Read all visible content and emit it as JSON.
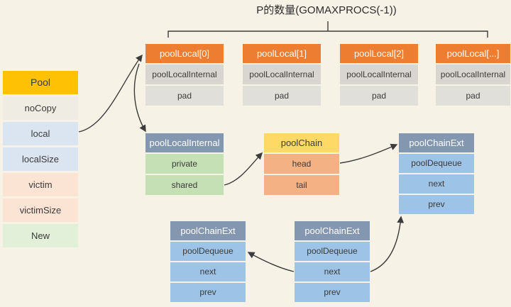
{
  "title": "P的数量(GOMAXPROCS(-1))",
  "colors": {
    "background": "#f7f2e6",
    "pool_header": "#ffc104",
    "pool_local_header": "#ed7d31",
    "internal_header": "#8497b0",
    "pool_chain_header": "#ffd966",
    "chain_ext_header": "#8497b0",
    "row_light_blue": "#9dc3e6",
    "row_light_green": "#c5e0b4",
    "row_light_orange": "#f4b183",
    "row_gray": "#d9d6d1",
    "pool_row_blue": "#dbe5f1",
    "pool_row_peach": "#fce4d5",
    "pool_row_green": "#e2efd9",
    "pool_row_gray": "#efede3",
    "arrow": "#3c3c3c"
  },
  "pool": {
    "header": "Pool",
    "rows": [
      "noCopy",
      "local",
      "localSize",
      "victim",
      "victimSize",
      "New"
    ]
  },
  "pool_locals": [
    {
      "header": "poolLocal[0]",
      "rows": [
        "poolLocalInternal",
        "pad"
      ]
    },
    {
      "header": "poolLocal[1]",
      "rows": [
        "poolLocalInternal",
        "pad"
      ]
    },
    {
      "header": "poolLocal[2]",
      "rows": [
        "poolLocalInternal",
        "pad"
      ]
    },
    {
      "header": "poolLocal[...]",
      "rows": [
        "poolLocalInternal",
        "pad"
      ]
    }
  ],
  "pool_local_internal": {
    "header": "poolLocalInternal",
    "rows": [
      "private",
      "shared"
    ]
  },
  "pool_chain": {
    "header": "poolChain",
    "rows": [
      "head",
      "tail"
    ]
  },
  "chain_ext_right": {
    "header": "poolChainExt",
    "rows": [
      "poolDequeue",
      "next",
      "prev"
    ]
  },
  "chain_ext_bottom_left": {
    "header": "poolChainExt",
    "rows": [
      "poolDequeue",
      "next",
      "prev"
    ]
  },
  "chain_ext_bottom_right": {
    "header": "poolChainExt",
    "rows": [
      "poolDequeue",
      "next",
      "prev"
    ]
  }
}
